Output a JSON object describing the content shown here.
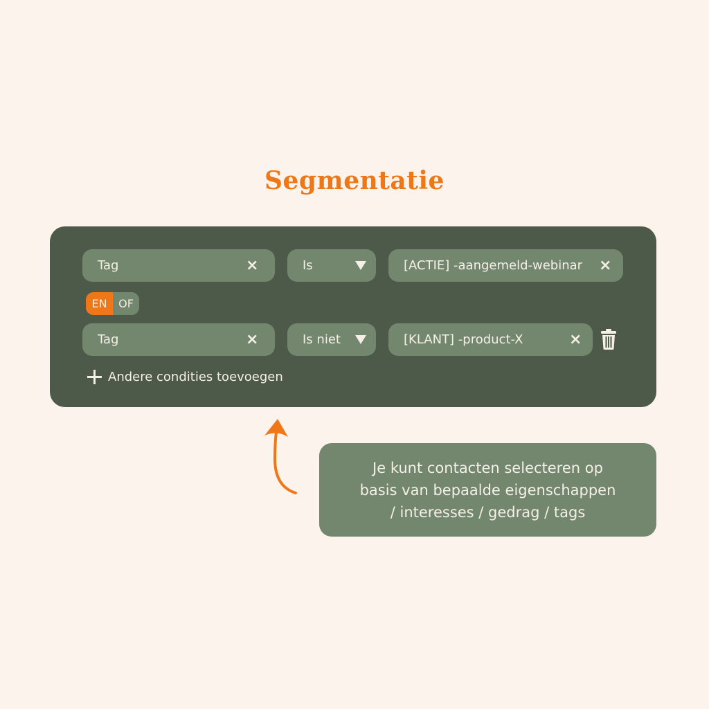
{
  "title": "Segmentatie",
  "colors": {
    "background": "#fcf3ec",
    "panel": "#4d5a4a",
    "field": "#73876e",
    "accent": "#ee7718",
    "text": "#f5efe6"
  },
  "conditions": [
    {
      "field": "Tag",
      "operator": "Is",
      "value": "[ACTIE] -aangemeld-webinar"
    },
    {
      "field": "Tag",
      "operator": "Is niet",
      "value": "[KLANT] -product-X"
    }
  ],
  "logic_toggle": {
    "options": [
      "EN",
      "OF"
    ],
    "selected": "EN"
  },
  "clear_icon": "×",
  "add_condition_label": "Andere condities toevoegen",
  "callout": {
    "lines": [
      "Je kunt contacten selecteren op",
      "basis van bepaalde eigenschappen",
      "/ interesses / gedrag / tags"
    ]
  }
}
